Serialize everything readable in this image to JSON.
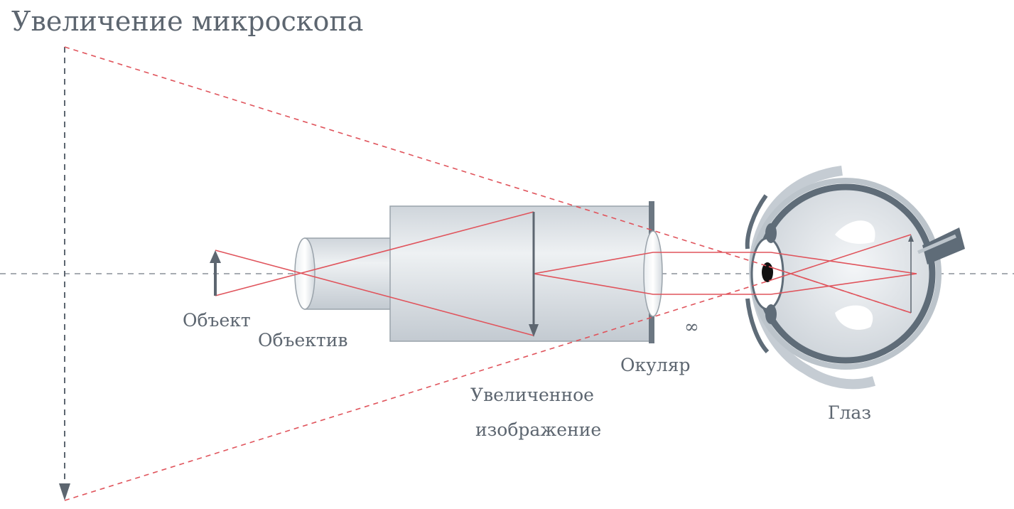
{
  "title": "Увеличение микроскопа",
  "labels": {
    "object": "Объект",
    "objective": "Объектив",
    "infinity": "∞",
    "eyepiece": "Окуляр",
    "image_line1": "Увеличенное",
    "image_line2": "изображение",
    "eye": "Глаз"
  },
  "colors": {
    "ray": "#e0545c",
    "axis": "#8a9099",
    "text": "#5d6670",
    "body_fill": "#d9dee3",
    "body_stroke": "#9aa3ab",
    "arrow": "#5d6670"
  }
}
